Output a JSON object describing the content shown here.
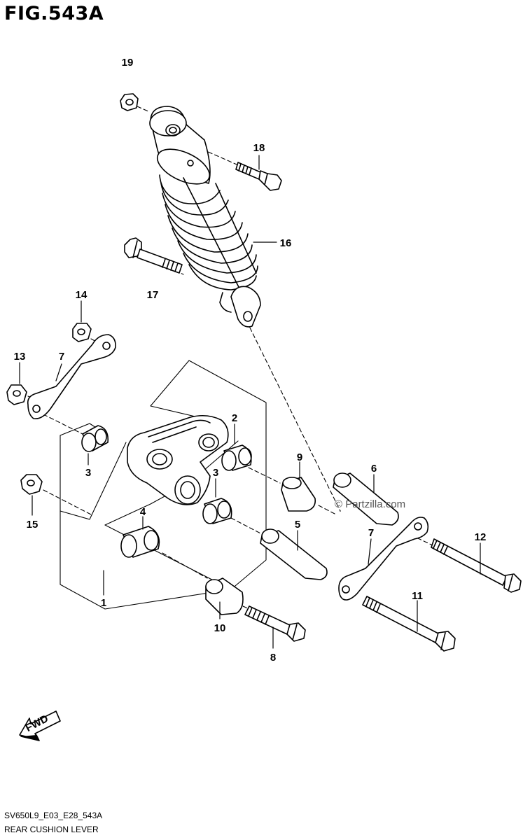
{
  "title": "FIG.543A",
  "callouts": {
    "c1": "1",
    "c2": "2",
    "c3a": "3",
    "c3b": "3",
    "c4": "4",
    "c5": "5",
    "c6": "6",
    "c7a": "7",
    "c7b": "7",
    "c8": "8",
    "c9": "9",
    "c10": "10",
    "c11": "11",
    "c12": "12",
    "c13": "13",
    "c14": "14",
    "c15": "15",
    "c16": "16",
    "c17": "17",
    "c18": "18",
    "c19": "19"
  },
  "fwd_label": "FWD",
  "watermark": "© Partzilla.com",
  "footer": {
    "code": "SV650L9_E03_E28_543A",
    "name": "REAR CUSHION LEVER"
  },
  "colors": {
    "line": "#000000",
    "background": "#ffffff"
  }
}
